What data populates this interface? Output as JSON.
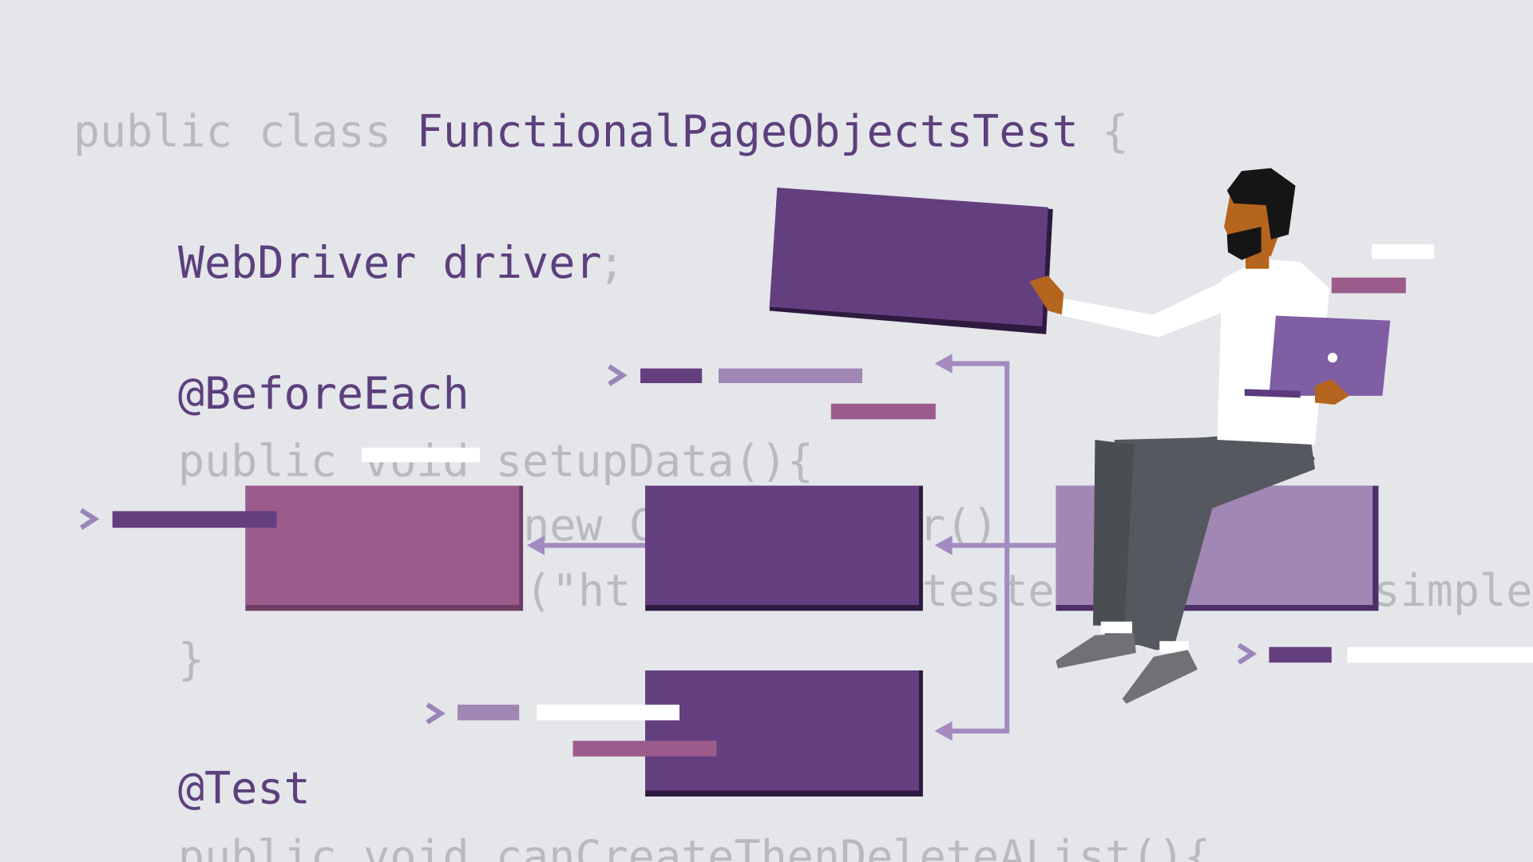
{
  "code": {
    "line1_kw": "public class",
    "line1_name": "FunctionalPageObjectsTest",
    "line1_brace": "{",
    "line2_type": "WebDriver driver",
    "line2_semi": ";",
    "line3": "@BeforeEach",
    "line4": "public void setupData(){",
    "line5_a": "new C",
    "line5_b": "r()",
    "line6_a": "t(\"ht",
    "line6_b": "tester",
    "line6_c": "simplet",
    "line7": "}",
    "line8": "@Test",
    "line9": "public void canCreateThenDeleteAList(){"
  },
  "colors": {
    "background": "#e4e6ea",
    "code_dim": "#b9babd",
    "code_accent": "#5c3f7c",
    "purple_dark": "#643f80",
    "purple_light": "#a087b4",
    "magenta": "#9b5c8c",
    "arrow": "#a48bbf"
  }
}
